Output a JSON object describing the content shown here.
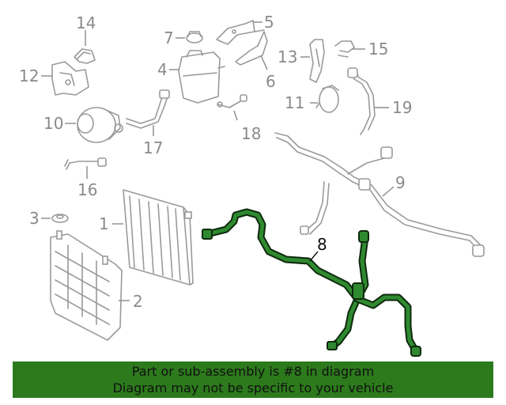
{
  "callouts": {
    "c1": "1",
    "c2": "2",
    "c3": "3",
    "c4": "4",
    "c5": "5",
    "c6": "6",
    "c7": "7",
    "c8": "8",
    "c9": "9",
    "c10": "10",
    "c11": "11",
    "c12": "12",
    "c13": "13",
    "c14": "14",
    "c15": "15",
    "c16": "16",
    "c17": "17",
    "c18": "18",
    "c19": "19"
  },
  "highlight": {
    "part_number": "8",
    "color": "#2f8a2f"
  },
  "footer": {
    "line1": "Part or sub-assembly is #8 in diagram",
    "line2": "Diagram may not be specific to your vehicle",
    "background": "#2c7a1c"
  }
}
